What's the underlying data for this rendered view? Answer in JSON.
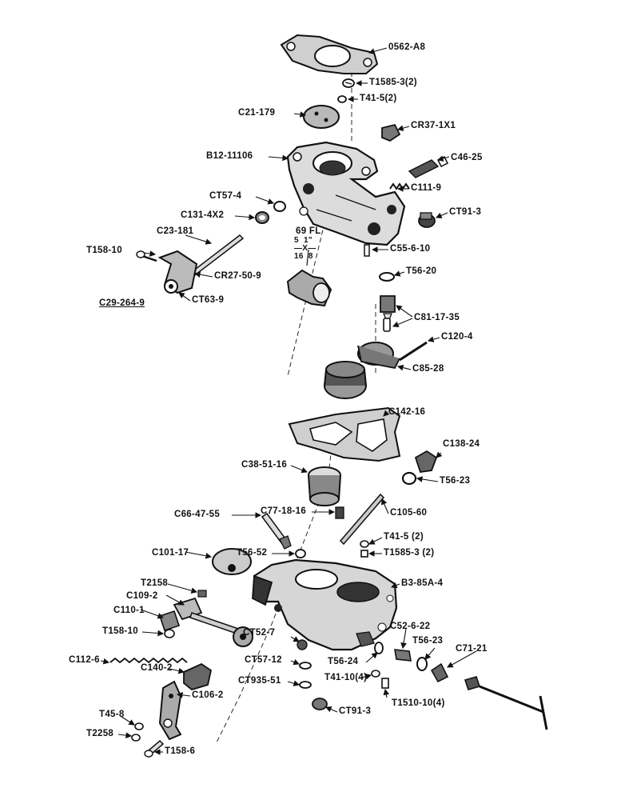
{
  "diagram": {
    "part_labels": {
      "p0562": "0562-A8",
      "t1585a": "T1585-3(2)",
      "t41a": "T41-5(2)",
      "c21": "C21-179",
      "cr37": "CR37-1X1",
      "b12": "B12-11106",
      "c46": "C46-25",
      "ct57a": "CT57-4",
      "c111": "C111-9",
      "c131": "C131-4X2",
      "ct91a": "CT91-3",
      "c23": "C23-181",
      "t158a": "T158-10",
      "c55": "C55-6-10",
      "cr27": "CR27-50-9",
      "t56a": "T56-20",
      "c29": "C29-264-9",
      "ct63": "CT63-9",
      "c81": "C81-17-35",
      "c120": "C120-4",
      "c85": "C85-28",
      "c142": "C142-16",
      "c138": "C138-24",
      "c38": "C38-51-16",
      "t56b": "T56-23",
      "c66": "C66-47-55",
      "c77": "C77-18-16",
      "c105": "C105-60",
      "t41b": "T41-5 (2)",
      "c101": "C101-17",
      "t56c": "T56-52",
      "t1585b": "T1585-3 (2)",
      "t2158": "T2158",
      "b3": "B3-85A-4",
      "c109": "C109-2",
      "c110": "C110-1",
      "t158b": "T158-10",
      "ct52": "CT52-7",
      "c52": "C52-6-22",
      "t56d": "T56-23",
      "c71": "C71-21",
      "c112": "C112-6",
      "ct57b": "CT57-12",
      "t56e": "T56-24",
      "c140": "C140-2",
      "t41c": "T41-10(4)",
      "ct935": "CT935-51",
      "c106": "C106-2",
      "t1510": "T1510-10(4)",
      "t45": "T45-8",
      "ct91b": "CT91-3",
      "t2258": "T2258",
      "t158c": "T158-6"
    },
    "fitting_note": {
      "line1": "69 FL",
      "line2": "5  1\"\n—X—\n16  8"
    }
  }
}
